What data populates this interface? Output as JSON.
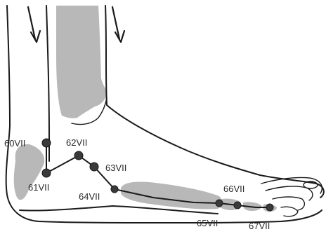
{
  "figure": {
    "colors": {
      "outline": "#1a1a1a",
      "bone_fill": "#b8b8b8",
      "point_fill": "#3a3a3a",
      "label": "#2b2b2b",
      "background": "#ffffff"
    },
    "arrows": [
      {
        "direction": "down"
      },
      {
        "direction": "down"
      }
    ],
    "points": [
      {
        "id": "p60",
        "label": "60VII"
      },
      {
        "id": "p61",
        "label": "61VII"
      },
      {
        "id": "p62",
        "label": "62VII"
      },
      {
        "id": "p63",
        "label": "63VII"
      },
      {
        "id": "p64",
        "label": "64VII"
      },
      {
        "id": "p65",
        "label": "65VII"
      },
      {
        "id": "p66",
        "label": "66VII"
      },
      {
        "id": "p67",
        "label": "67VII"
      }
    ]
  }
}
